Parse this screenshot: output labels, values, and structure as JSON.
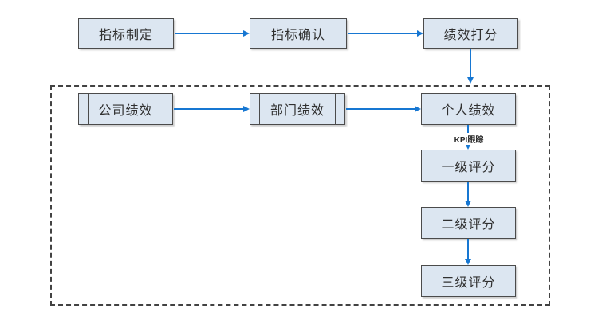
{
  "diagram": {
    "top_row": [
      {
        "id": "indicator-formulation",
        "label": "指标制定"
      },
      {
        "id": "indicator-confirmation",
        "label": "指标确认"
      },
      {
        "id": "performance-scoring",
        "label": "绩效打分"
      }
    ],
    "group_row": [
      {
        "id": "company-performance",
        "label": "公司绩效"
      },
      {
        "id": "department-performance",
        "label": "部门绩效"
      },
      {
        "id": "individual-performance",
        "label": "个人绩效"
      }
    ],
    "rating_chain": [
      {
        "id": "level-1-rating",
        "label": "一级评分"
      },
      {
        "id": "level-2-rating",
        "label": "二级评分"
      },
      {
        "id": "level-3-rating",
        "label": "三级评分"
      }
    ],
    "edge_label": "KPI跟踪",
    "colors": {
      "node_fill": "#dce6f1",
      "node_border": "#4b4b4b",
      "arrow": "#1777d2",
      "dashed_border": "#424242",
      "text": "#303030"
    }
  }
}
